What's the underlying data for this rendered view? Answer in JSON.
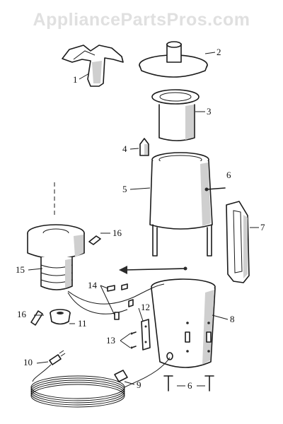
{
  "watermark": "AppliancePartsPros.com",
  "callouts": {
    "c1": "1",
    "c2": "2",
    "c3": "3",
    "c4": "4",
    "c5": "5",
    "c6a": "6",
    "c7": "7",
    "c8": "8",
    "c9": "9",
    "c10": "10",
    "c11": "11",
    "c12": "12",
    "c13": "13",
    "c14": "14",
    "c15": "15",
    "c16a": "16",
    "c16b": "16",
    "c6b": "6"
  }
}
